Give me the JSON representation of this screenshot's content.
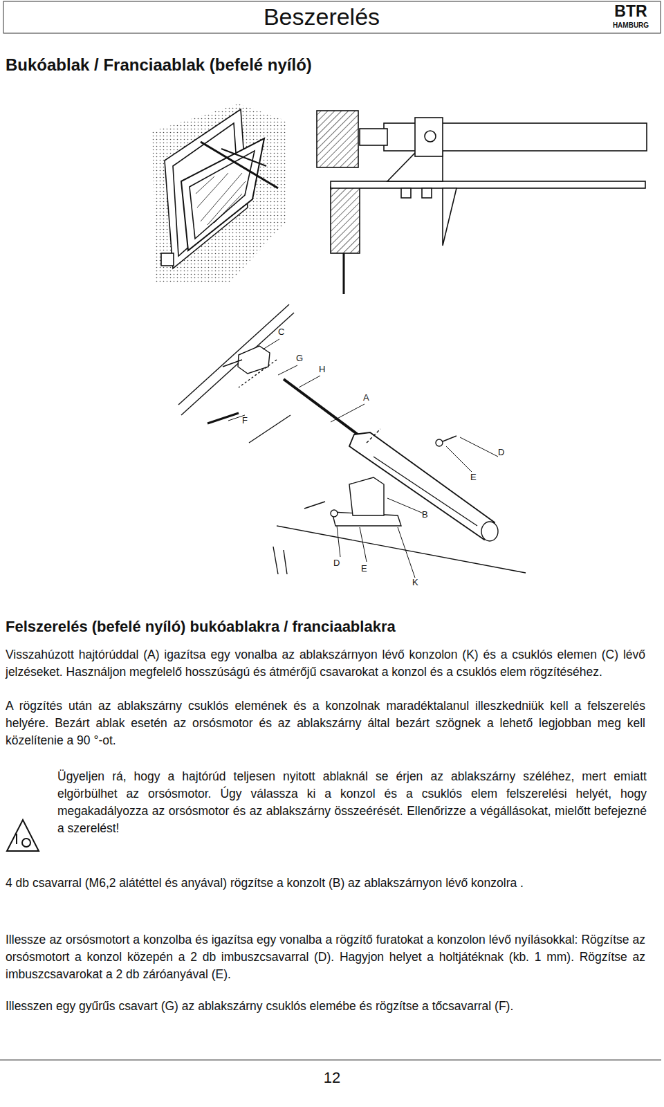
{
  "diagram": {
    "title": "Bukóablak / Franciaablak (befelé nyíló)",
    "labels": [
      "Beszerelés",
      "BTR",
      "HAMBURG",
      "C",
      "G",
      "H",
      "A",
      "F",
      "D",
      "E",
      "B",
      "D",
      "E",
      "K",
      "Felszerelés (befelé nyíló) bukóablakra / franciaablakra",
      "Visszahúzott hajtórúddal (A) igazítsa egy vonalba az ablakszárnyon lévő konzolon (K) és a csuklós elemen (C) lévő jelzéseket. Használjon megfelelő hosszúságú és átmérőjű csavarokat a konzol és a csuklós elem rögzítéséhez.",
      "A rögzítés után az ablakszárny csuklós elemének és a konzolnak maradéktalanul illeszkedniük kell a felszerelés helyére. Bezárt ablak esetén az orsósmotor és az ablakszárny által bezárt szögnek a lehető legjobban meg kell közelítenie a 90 °-ot.",
      "Ügyeljen rá, hogy a hajtórúd teljesen nyitott ablaknál se érjen az ablakszárny széléhez, mert emiatt elgörbülhet az orsósmotor. Úgy válassza ki a konzol és a csuklós elem felszerelési helyét, hogy megakadályozza az orsósmotor és az ablakszárny összeérését. Ellenőrizze a végállásokat, mielőtt befejezné a szerelést!",
      "4 db csavarral (M6,2 alátéttel és anyával) rögzítse a konzolt (B) az ablakszárnyon lévő konzolra .",
      "Illessze az orsósmotort a konzolba és igazítsa egy vonalba a rögzítő furatokat a konzolon lévő nyílásokkal: Rögzítse az orsósmotort a konzol közepén a 2 db imbuszcsavarral (D). Hagyjon helyet a holtjátéknak (kb. 1 mm). Rögzítse az imbuszcsavarokat a 2 db záróanyával (E).",
      "Illesszen egy gyűrűs csavart (G) az ablakszárny csuklós elemébe és rögzítse a tőcsavarral (F).",
      "12"
    ]
  }
}
